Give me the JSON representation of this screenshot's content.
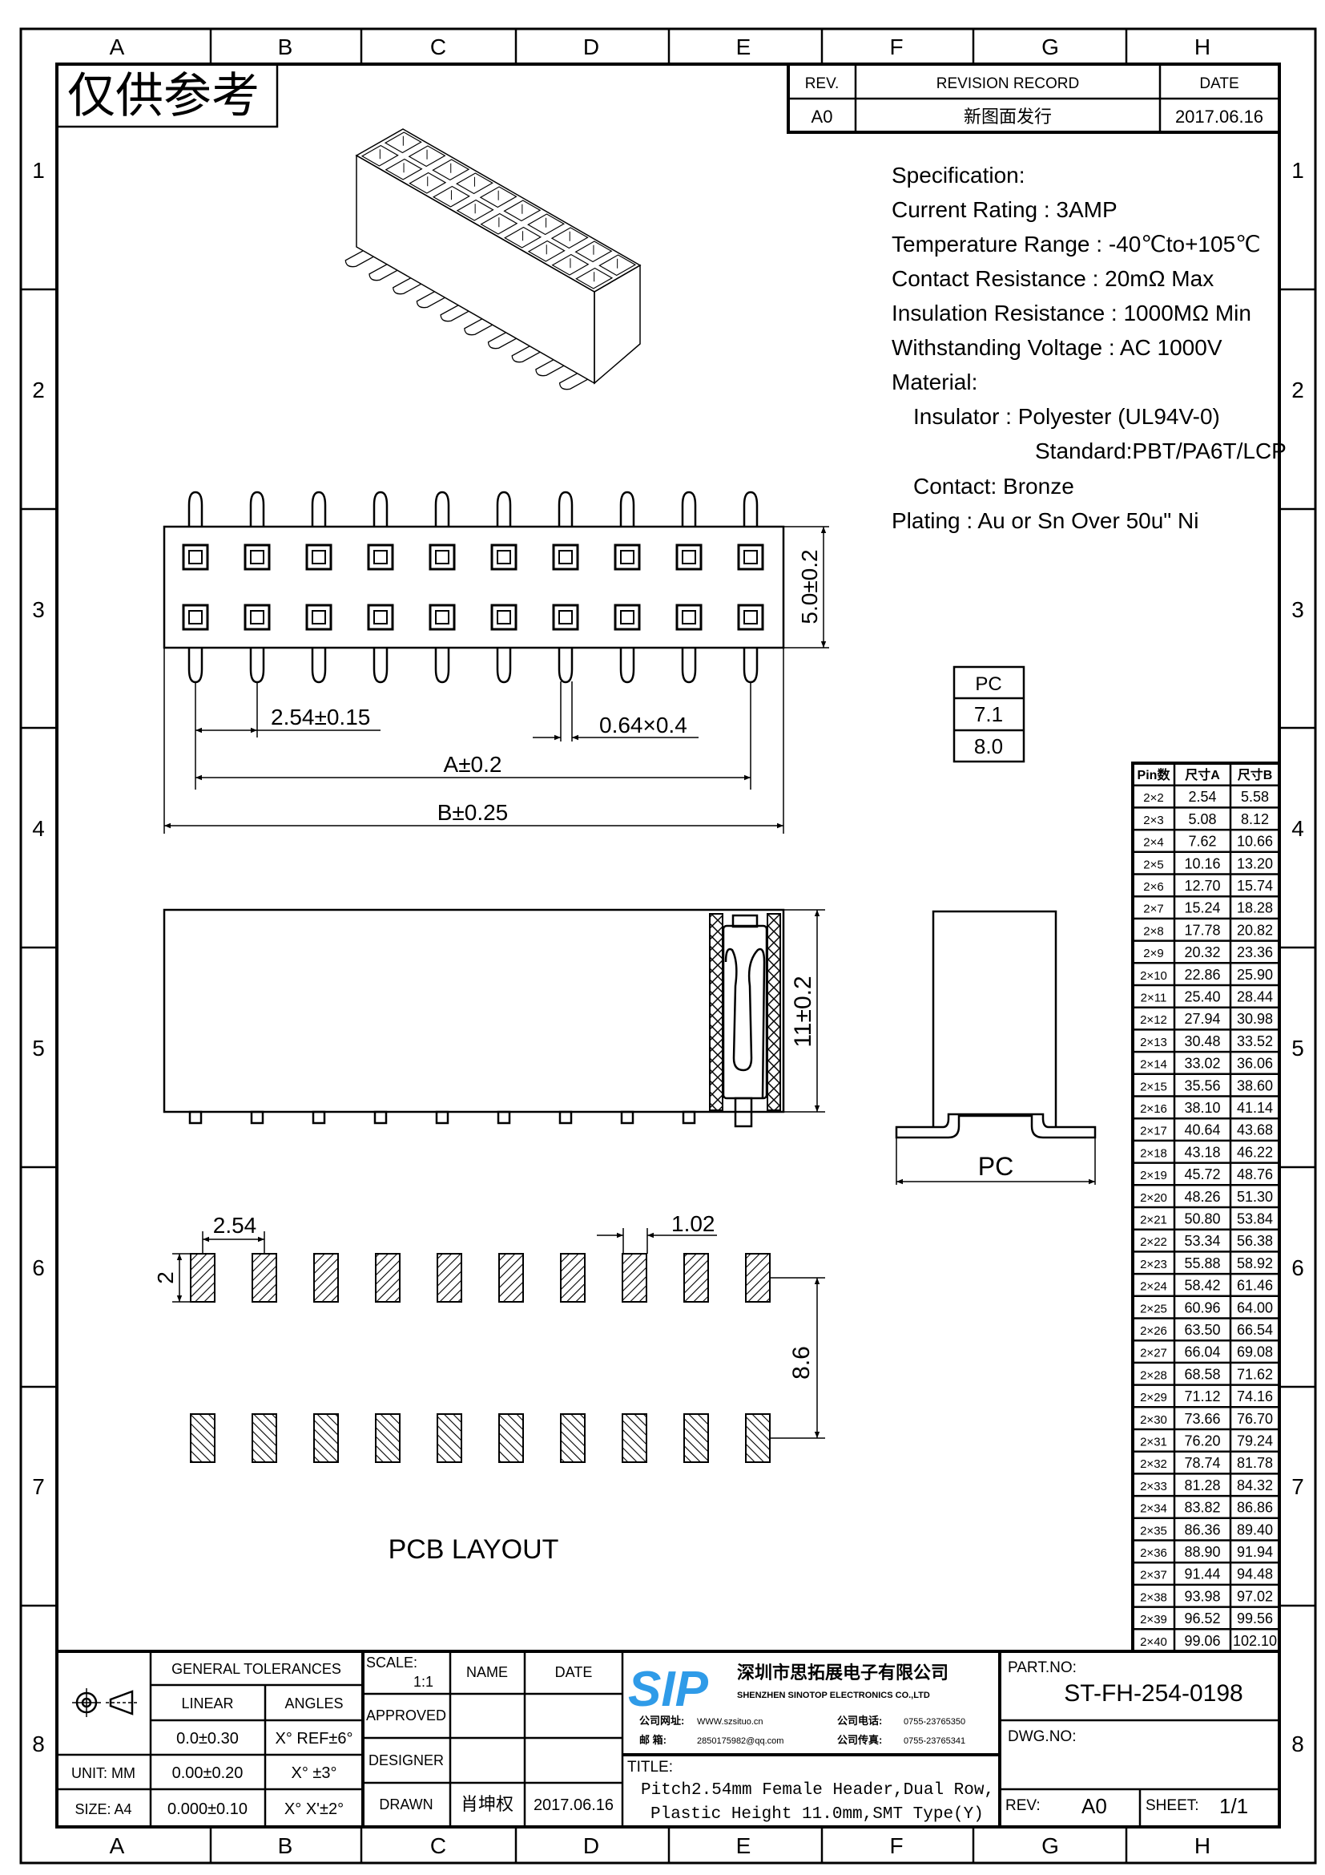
{
  "stamp": "仅供参考",
  "frame": {
    "columns": [
      "A",
      "B",
      "C",
      "D",
      "E",
      "F",
      "G",
      "H"
    ],
    "rows": [
      "1",
      "2",
      "3",
      "4",
      "5",
      "6",
      "7",
      "8"
    ]
  },
  "revision": {
    "headers": {
      "rev": "REV.",
      "record": "REVISION RECORD",
      "date": "DATE"
    },
    "rows": [
      {
        "rev": "A0",
        "record": "新图面发行",
        "date": "2017.06.16"
      }
    ]
  },
  "spec": {
    "lines": [
      "Specification:",
      "Current Rating : 3AMP",
      "Temperature Range : -40℃to+105℃",
      "Contact Resistance : 20mΩ Max",
      "Insulation Resistance : 1000MΩ Min",
      "Withstanding Voltage : AC 1000V",
      "Material:",
      "Insulator : Polyester (UL94V-0)",
      "Standard:PBT/PA6T/LCP",
      "Contact: Bronze",
      "Plating : Au or Sn Over 50u\" Ni"
    ]
  },
  "dims": {
    "height_top": "5.0±0.2",
    "pitch": "2.54±0.15",
    "pin_size": "0.64×0.4",
    "dim_a": "A±0.2",
    "dim_b": "B±0.25",
    "height_side": "11±0.2",
    "pc": "PC",
    "pcb_pitch": "2.54",
    "pcb_pad_width": "1.02",
    "pcb_pad_length": "2",
    "pcb_row_spacing": "8.6"
  },
  "pc_table": {
    "header": "PC",
    "values": [
      "7.1",
      "8.0"
    ]
  },
  "pin_table": {
    "headers": [
      "Pin数",
      "尺寸A",
      "尺寸B"
    ],
    "rows": [
      [
        "2×2",
        "2.54",
        "5.58"
      ],
      [
        "2×3",
        "5.08",
        "8.12"
      ],
      [
        "2×4",
        "7.62",
        "10.66"
      ],
      [
        "2×5",
        "10.16",
        "13.20"
      ],
      [
        "2×6",
        "12.70",
        "15.74"
      ],
      [
        "2×7",
        "15.24",
        "18.28"
      ],
      [
        "2×8",
        "17.78",
        "20.82"
      ],
      [
        "2×9",
        "20.32",
        "23.36"
      ],
      [
        "2×10",
        "22.86",
        "25.90"
      ],
      [
        "2×11",
        "25.40",
        "28.44"
      ],
      [
        "2×12",
        "27.94",
        "30.98"
      ],
      [
        "2×13",
        "30.48",
        "33.52"
      ],
      [
        "2×14",
        "33.02",
        "36.06"
      ],
      [
        "2×15",
        "35.56",
        "38.60"
      ],
      [
        "2×16",
        "38.10",
        "41.14"
      ],
      [
        "2×17",
        "40.64",
        "43.68"
      ],
      [
        "2×18",
        "43.18",
        "46.22"
      ],
      [
        "2×19",
        "45.72",
        "48.76"
      ],
      [
        "2×20",
        "48.26",
        "51.30"
      ],
      [
        "2×21",
        "50.80",
        "53.84"
      ],
      [
        "2×22",
        "53.34",
        "56.38"
      ],
      [
        "2×23",
        "55.88",
        "58.92"
      ],
      [
        "2×24",
        "58.42",
        "61.46"
      ],
      [
        "2×25",
        "60.96",
        "64.00"
      ],
      [
        "2×26",
        "63.50",
        "66.54"
      ],
      [
        "2×27",
        "66.04",
        "69.08"
      ],
      [
        "2×28",
        "68.58",
        "71.62"
      ],
      [
        "2×29",
        "71.12",
        "74.16"
      ],
      [
        "2×30",
        "73.66",
        "76.70"
      ],
      [
        "2×31",
        "76.20",
        "79.24"
      ],
      [
        "2×32",
        "78.74",
        "81.78"
      ],
      [
        "2×33",
        "81.28",
        "84.32"
      ],
      [
        "2×34",
        "83.82",
        "86.86"
      ],
      [
        "2×35",
        "86.36",
        "89.40"
      ],
      [
        "2×36",
        "88.90",
        "91.94"
      ],
      [
        "2×37",
        "91.44",
        "94.48"
      ],
      [
        "2×38",
        "93.98",
        "97.02"
      ],
      [
        "2×39",
        "96.52",
        "99.56"
      ],
      [
        "2×40",
        "99.06",
        "102.10"
      ]
    ]
  },
  "pcb_label": "PCB LAYOUT",
  "title_block": {
    "general_tolerances": "GENERAL TOLERANCES",
    "linear": "LINEAR",
    "angles": "ANGLES",
    "tol_rows": [
      {
        "linear": "0.0±0.30",
        "angle": "X° REF±6°"
      },
      {
        "linear": "0.00±0.20",
        "angle": "X° ±3°"
      },
      {
        "linear": "0.000±0.10",
        "angle": "X° X'±2°"
      }
    ],
    "unit": "UNIT: MM",
    "size": "SIZE: A4",
    "scale_label": "SCALE:",
    "scale_value": "1:1",
    "name_label": "NAME",
    "date_label": "DATE",
    "approved": "APPROVED",
    "designer": "DESIGNER",
    "drawn": "DRAWN",
    "drawn_name": "肖坤权",
    "drawn_date": "2017.06.16",
    "logo_text": "SIP",
    "company_cn": "深圳市思拓展电子有限公司",
    "company_en": "SHENZHEN SINOTOP ELECTRONICS CO.,LTD",
    "contacts": [
      {
        "label": "公司网址:",
        "value": "WWW.szsituo.cn"
      },
      {
        "label": "邮    箱:",
        "value": "2850175982@qq.com"
      },
      {
        "label": "公司电话:",
        "value": "0755-23765350"
      },
      {
        "label": "公司传真:",
        "value": "0755-23765341"
      }
    ],
    "title_label": "TITLE:",
    "title_line1": "Pitch2.54mm Female Header,Dual Row,",
    "title_line2": "Plastic Height 11.0mm,SMT Type(Y)",
    "part_no_label": "PART.NO:",
    "part_no": "ST-FH-254-0198",
    "dwg_no_label": "DWG.NO:",
    "rev_label": "REV:",
    "rev": "A0",
    "sheet_label": "SHEET:",
    "sheet": "1/1"
  },
  "colors": {
    "logo": "#2f9be8",
    "line": "#000000"
  }
}
